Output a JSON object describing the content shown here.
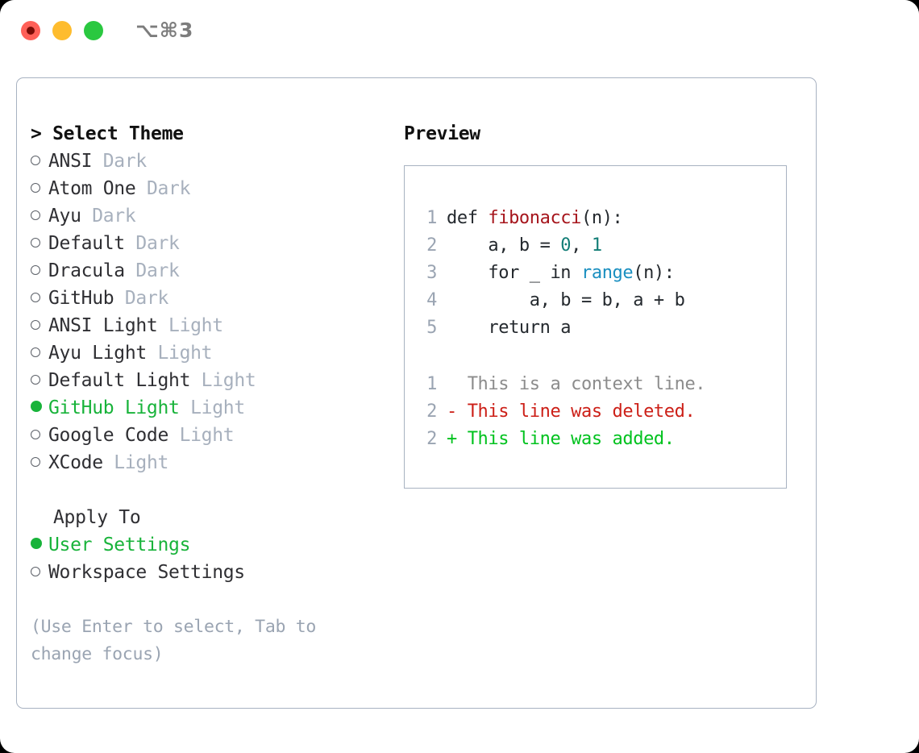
{
  "window": {
    "title": "⌥⌘3",
    "traffic_lights": [
      {
        "name": "close",
        "color": "#ff6058"
      },
      {
        "name": "minimize",
        "color": "#febc2e"
      },
      {
        "name": "maximize",
        "color": "#2ac840"
      }
    ]
  },
  "theme_panel": {
    "heading": "> Select Theme",
    "themes": [
      {
        "name": "ANSI",
        "kind": "Dark",
        "selected": false
      },
      {
        "name": "Atom One",
        "kind": "Dark",
        "selected": false
      },
      {
        "name": "Ayu",
        "kind": "Dark",
        "selected": false
      },
      {
        "name": "Default",
        "kind": "Dark",
        "selected": false
      },
      {
        "name": "Dracula",
        "kind": "Dark",
        "selected": false
      },
      {
        "name": "GitHub",
        "kind": "Dark",
        "selected": false
      },
      {
        "name": "ANSI Light",
        "kind": "Light",
        "selected": false
      },
      {
        "name": "Ayu Light",
        "kind": "Light",
        "selected": false
      },
      {
        "name": "Default Light",
        "kind": "Light",
        "selected": false
      },
      {
        "name": "GitHub Light",
        "kind": "Light",
        "selected": true
      },
      {
        "name": "Google Code",
        "kind": "Light",
        "selected": false
      },
      {
        "name": "XCode",
        "kind": "Light",
        "selected": false
      }
    ]
  },
  "apply_to": {
    "heading": "Apply To",
    "options": [
      {
        "label": "User Settings",
        "selected": true
      },
      {
        "label": "Workspace Settings",
        "selected": false
      }
    ]
  },
  "hint": "(Use Enter to select, Tab to change focus)",
  "preview": {
    "title": "Preview",
    "code_lines": [
      {
        "number": "1",
        "tokens": [
          {
            "text": "def ",
            "kind": "plain"
          },
          {
            "text": "fibonacci",
            "kind": "fn"
          },
          {
            "text": "(n):",
            "kind": "plain"
          }
        ]
      },
      {
        "number": "2",
        "tokens": [
          {
            "text": "    a, b = ",
            "kind": "plain"
          },
          {
            "text": "0",
            "kind": "num"
          },
          {
            "text": ", ",
            "kind": "plain"
          },
          {
            "text": "1",
            "kind": "num"
          }
        ]
      },
      {
        "number": "3",
        "tokens": [
          {
            "text": "    for _ in ",
            "kind": "plain"
          },
          {
            "text": "range",
            "kind": "call"
          },
          {
            "text": "(n):",
            "kind": "plain"
          }
        ]
      },
      {
        "number": "4",
        "tokens": [
          {
            "text": "        a, b = b, a + b",
            "kind": "plain"
          }
        ]
      },
      {
        "number": "5",
        "tokens": [
          {
            "text": "    return a",
            "kind": "plain"
          }
        ]
      }
    ],
    "diff_lines": [
      {
        "number": "1",
        "marker": "  ",
        "text": "This is a context line.",
        "kind": "ctx"
      },
      {
        "number": "2",
        "marker": "- ",
        "text": "This line was deleted.",
        "kind": "del"
      },
      {
        "number": "2",
        "marker": "+ ",
        "text": "This line was added.",
        "kind": "add"
      }
    ]
  },
  "colors": {
    "selected_green": "#18b33a",
    "diff_added": "#00c21e",
    "diff_deleted": "#cc1f17",
    "diff_context": "#8c8c8c",
    "token_function": "#a6151c",
    "token_number": "#127d76",
    "token_call": "#1a8fc0",
    "muted": "#a7b0bd",
    "border": "#a8b2c1"
  }
}
